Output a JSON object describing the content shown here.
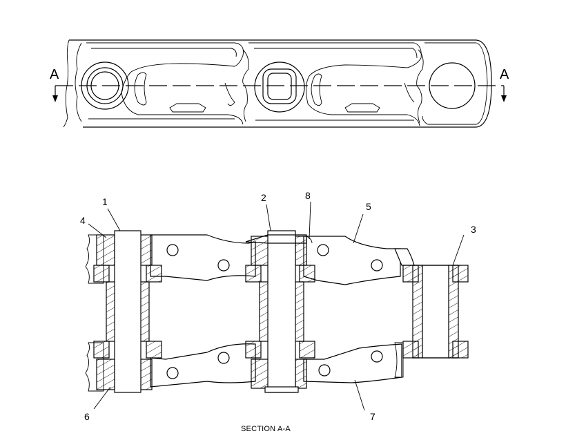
{
  "figure": {
    "section_marker_left": "A",
    "section_marker_right": "A",
    "caption": "SECTION A-A",
    "callouts": [
      {
        "id": "1",
        "label": "1"
      },
      {
        "id": "2",
        "label": "2"
      },
      {
        "id": "3",
        "label": "3"
      },
      {
        "id": "4",
        "label": "4"
      },
      {
        "id": "5",
        "label": "5"
      },
      {
        "id": "6",
        "label": "6"
      },
      {
        "id": "7",
        "label": "7"
      },
      {
        "id": "8",
        "label": "8"
      }
    ]
  },
  "colors": {
    "line": "#000000",
    "background": "#ffffff"
  }
}
